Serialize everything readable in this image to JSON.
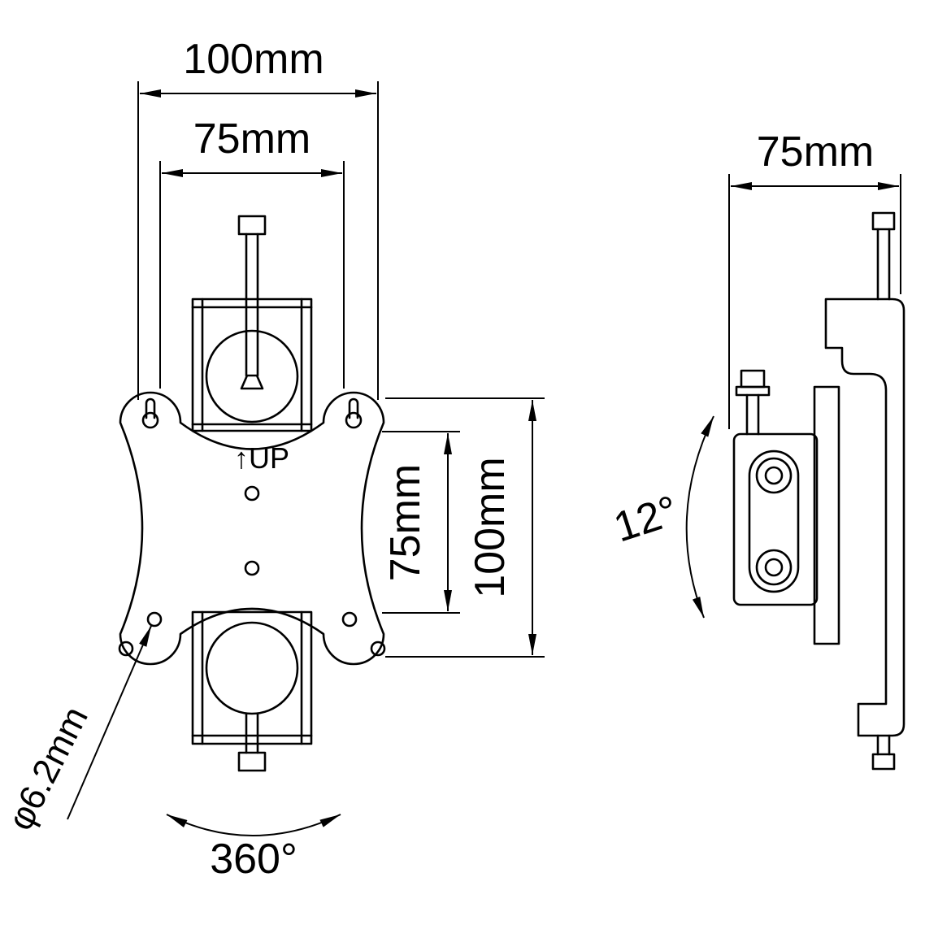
{
  "drawing": {
    "front_view": {
      "dim_width_outer": "100mm",
      "dim_width_inner": "75mm",
      "dim_height_inner": "75mm",
      "dim_height_outer": "100mm",
      "hole_diameter_label": "φ6.2mm",
      "swivel_label": "360°",
      "up_label": "↑UP"
    },
    "side_view": {
      "dim_depth": "75mm",
      "tilt_label": "12°"
    },
    "colors": {
      "line": "#000000",
      "background": "#ffffff"
    }
  }
}
